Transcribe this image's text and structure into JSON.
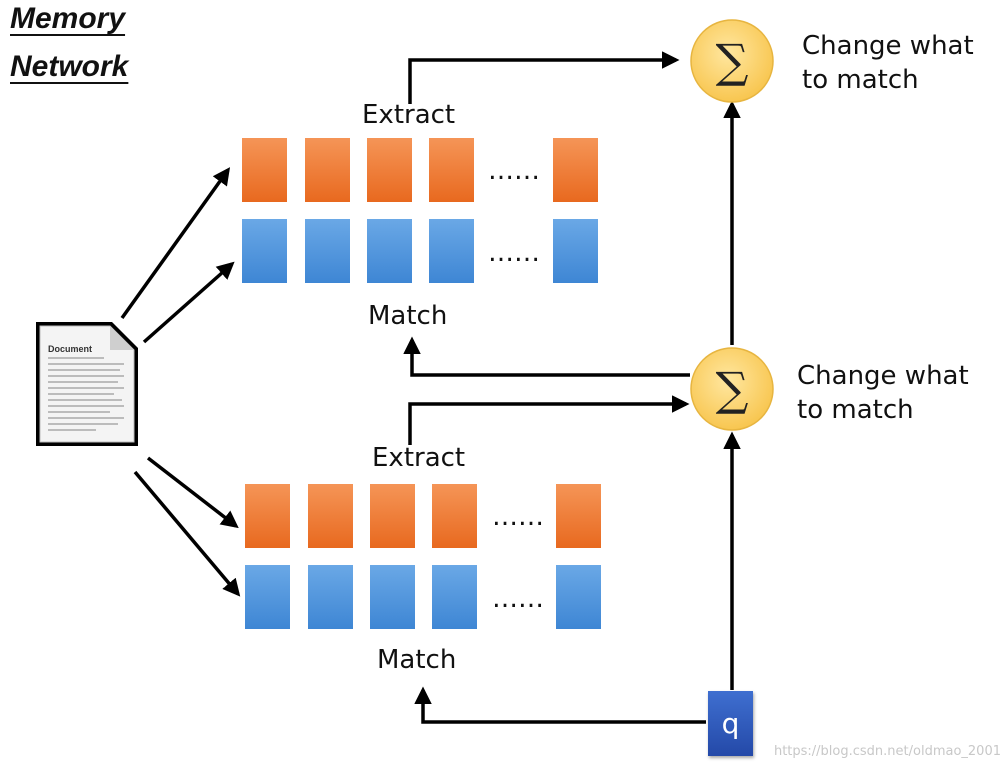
{
  "title": {
    "line1": "Memory",
    "line2": "Network"
  },
  "upper": {
    "extract_label": "Extract",
    "match_label": "Match",
    "ellipsis": "……"
  },
  "lower": {
    "extract_label": "Extract",
    "match_label": "Match",
    "ellipsis": "……"
  },
  "sum_symbol": "∑",
  "sum_top_caption": {
    "line1": "Change what",
    "line2": "to match"
  },
  "sum_mid_caption": {
    "line1": "Change what",
    "line2": "to match"
  },
  "query_label": "q",
  "document_title": "Document",
  "watermark": "https://blog.csdn.net/oldmao_2001",
  "colors": {
    "extract": "#ee7a2e",
    "match": "#4f94dc",
    "sum_fill": "#fdd06a",
    "query": "#2f5cc0"
  }
}
